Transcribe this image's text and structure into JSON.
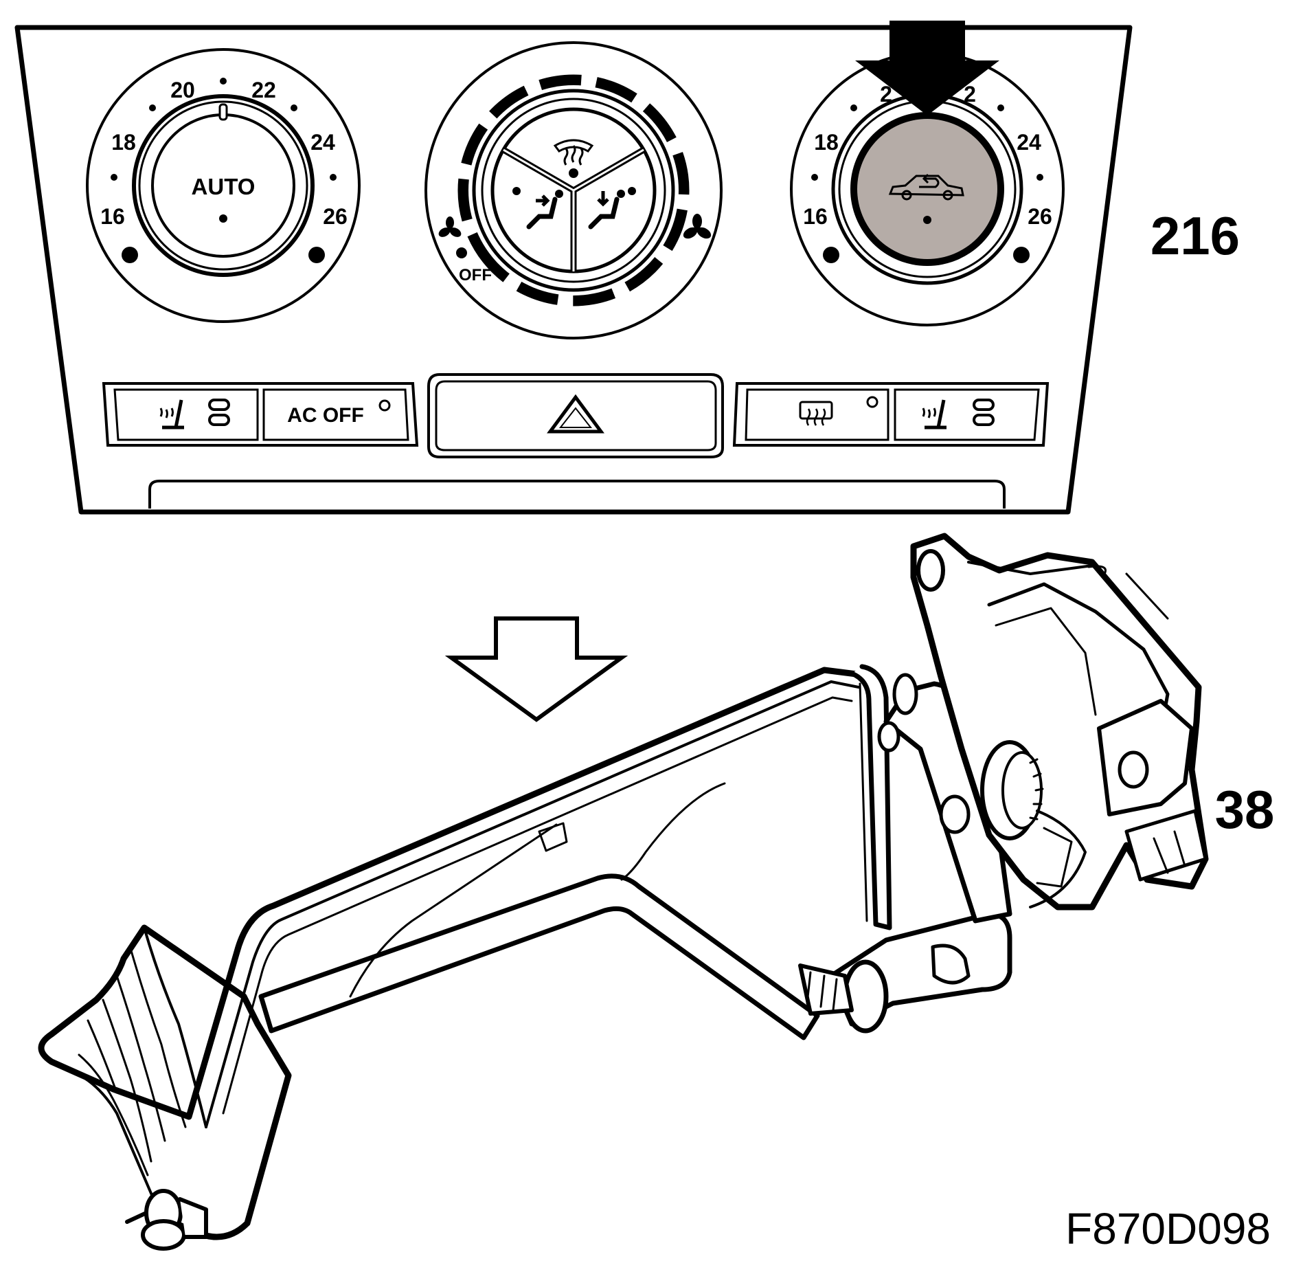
{
  "figure": {
    "callout_panel": "216",
    "callout_actuator": "38",
    "figure_code": "F870D098"
  },
  "panel": {
    "left_dial": {
      "center_label": "AUTO",
      "scale": [
        "20",
        "22",
        "18",
        "24",
        "16",
        "26"
      ]
    },
    "mode_dial": {
      "off_label": "OFF",
      "icons": [
        "defrost-icon",
        "face-vent-icon",
        "foot-vent-icon",
        "fan-low-icon",
        "fan-high-icon"
      ]
    },
    "right_dial": {
      "scale": [
        "2",
        "2",
        "18",
        "24",
        "16",
        "26"
      ],
      "center_icon": "recirculation-icon",
      "highlight_color": "#b5aca7"
    },
    "buttons": {
      "ac_off": "AC OFF",
      "icons": [
        "seat-heat-left-icon",
        "hazard-icon",
        "rear-defrost-icon",
        "seat-heat-right-icon"
      ]
    }
  },
  "arrows": [
    "press-arrow-icon",
    "sequence-arrow-icon"
  ]
}
